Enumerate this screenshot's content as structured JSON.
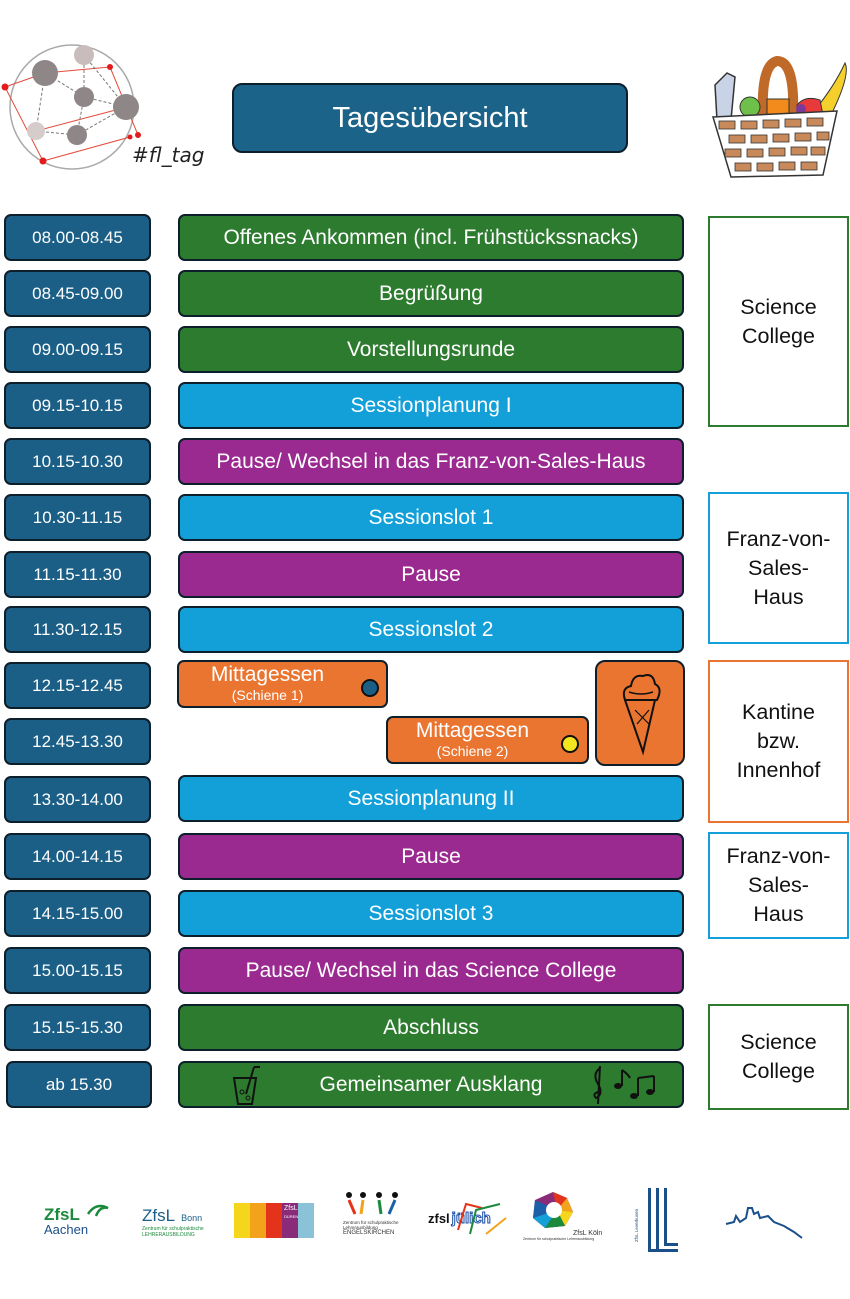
{
  "header": {
    "title": "Tagesübersicht",
    "hashtag": "#fl_tag"
  },
  "schedule": [
    {
      "time": "08.00-08.45",
      "activity": "Offenes Ankommen (incl.  Frühstückssnacks)",
      "color": "#2c7b2e"
    },
    {
      "time": "08.45-09.00",
      "activity": "Begrüßung",
      "color": "#2c7b2e"
    },
    {
      "time": "09.00-09.15",
      "activity": "Vorstellungsrunde",
      "color": "#2c7b2e"
    },
    {
      "time": "09.15-10.15",
      "activity": "Sessionplanung I",
      "color": "#13a0d8"
    },
    {
      "time": "10.15-10.30",
      "activity": "Pause/ Wechsel in das Franz-von-Sales-Haus",
      "color": "#9b2a90"
    },
    {
      "time": "10.30-11.15",
      "activity": "Sessionslot 1",
      "color": "#13a0d8"
    },
    {
      "time": "11.15-11.30",
      "activity": "Pause",
      "color": "#9b2a90"
    },
    {
      "time": "11.30-12.15",
      "activity": "Sessionslot 2",
      "color": "#13a0d8"
    },
    {
      "time": "12.15-12.45",
      "activity": "",
      "color": ""
    },
    {
      "time": "12.45-13.30",
      "activity": "",
      "color": ""
    },
    {
      "time": "13.30-14.00",
      "activity": "Sessionplanung II",
      "color": "#13a0d8"
    },
    {
      "time": "14.00-14.15",
      "activity": "Pause",
      "color": "#9b2a90"
    },
    {
      "time": "14.15-15.00",
      "activity": "Sessionslot 3",
      "color": "#13a0d8"
    },
    {
      "time": "15.00-15.15",
      "activity": "Pause/ Wechsel in das Science College",
      "color": "#9b2a90"
    },
    {
      "time": "15.15-15.30",
      "activity": "Abschluss",
      "color": "#2c7b2e"
    },
    {
      "time": "ab 15.30",
      "activity": "Gemeinsamer Ausklang",
      "color": "#2c7b2e"
    }
  ],
  "lunch": {
    "slot1": {
      "title": "Mittagessen",
      "subtitle": "(Schiene 1)",
      "dot_color": "#1b5f87"
    },
    "slot2": {
      "title": "Mittagessen",
      "subtitle": "(Schiene 2)",
      "dot_color": "#f3e51f"
    }
  },
  "locations": [
    {
      "lines": [
        "Science",
        "College"
      ],
      "border_color": "#2c7b2e"
    },
    {
      "lines": [
        "Franz-von-",
        "Sales-",
        "Haus"
      ],
      "border_color": "#13a0d8"
    },
    {
      "lines": [
        "Kantine",
        "bzw.",
        "Innenhof"
      ],
      "border_color": "#ea7530"
    },
    {
      "lines": [
        "Franz-von-",
        "Sales-",
        "Haus"
      ],
      "border_color": "#13a0d8"
    },
    {
      "lines": [
        "Science",
        "College"
      ],
      "border_color": "#2c7b2e"
    }
  ],
  "footer_logos": [
    {
      "name": "ZfsL",
      "sub": "Aachen"
    },
    {
      "name": "ZfsL",
      "sub": "Bonn",
      "tagline": "Zentrum für schulpraktische LEHRERAUSBILDUNG"
    },
    {
      "name": "ZfsL",
      "sub": "DÜREN"
    },
    {
      "name": "Zentrum für schulpraktische Lehrerausbildung",
      "sub": "ENGELSKIRCHEN"
    },
    {
      "name": "zfsl",
      "sub": "jülich"
    },
    {
      "name": "ZfsL Köln",
      "sub": "Zentrum für schulpraktische Lehrerausbildung"
    },
    {
      "name": "ZfsL",
      "sub": "Leverkusen"
    },
    {
      "name": "",
      "sub": ""
    }
  ],
  "icons": [
    "network-logo-icon",
    "picnic-basket-icon",
    "ice-cream-icon",
    "drink-icon",
    "music-notes-icon"
  ]
}
